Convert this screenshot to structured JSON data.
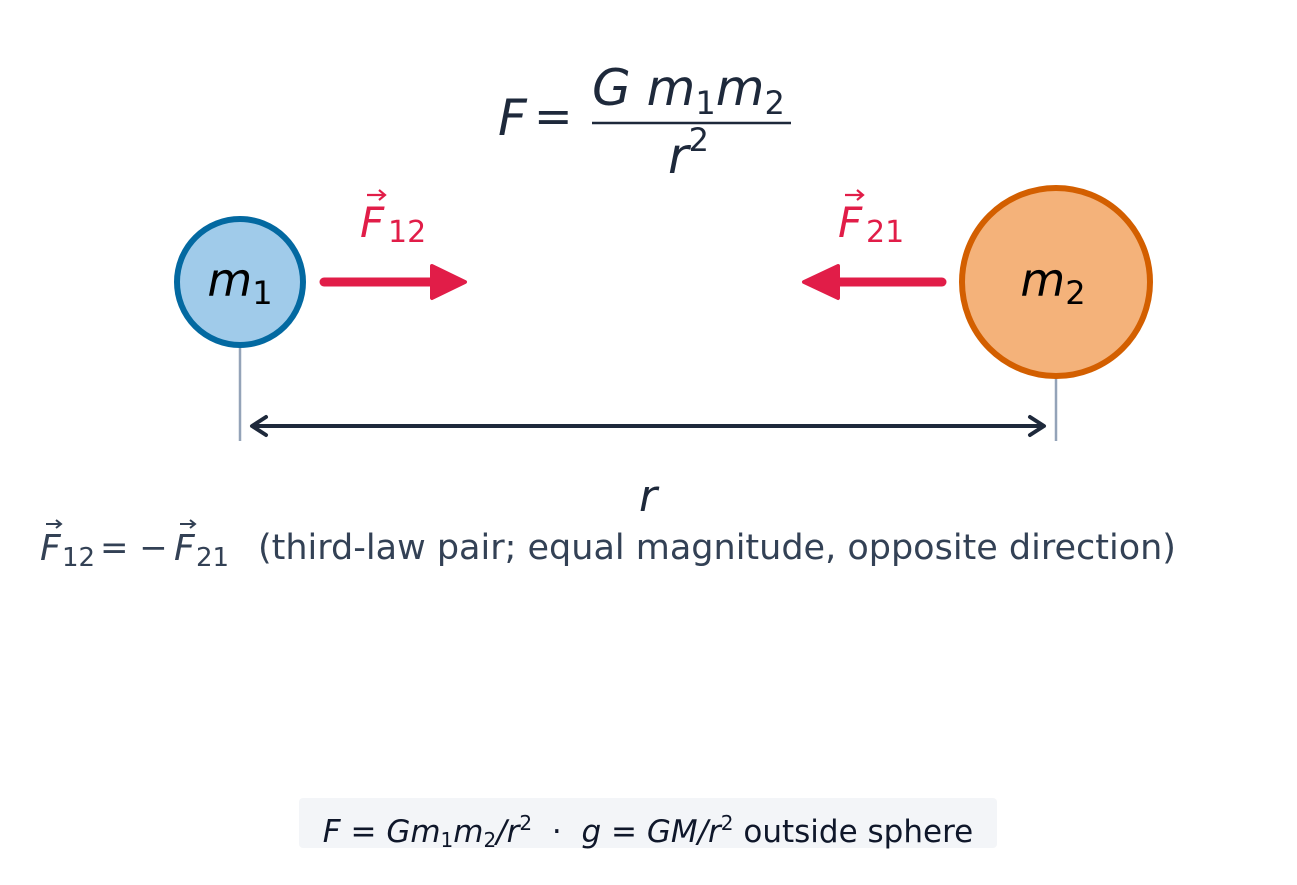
{
  "colors": {
    "ink": "#1e293b",
    "force": "#e11d48",
    "mass1_fill": "#a0cbea",
    "mass1_stroke": "#0369a1",
    "mass2_fill": "#f4b27a",
    "mass2_stroke": "#d35f00",
    "guide": "#94a3b8",
    "note": "#334155",
    "caption_bg": "#f3f5f8"
  },
  "formula": {
    "lhs": "F",
    "equals": "=",
    "numerator": "G m",
    "num_sub1": "1",
    "num_m2": "m",
    "num_sub2": "2",
    "denominator": "r",
    "den_sup": "2"
  },
  "mass1": {
    "symbol": "m",
    "subscript": "1"
  },
  "mass2": {
    "symbol": "m",
    "subscript": "2"
  },
  "force12": {
    "symbol": "F",
    "subscript": "12"
  },
  "force21": {
    "symbol": "F",
    "subscript": "21"
  },
  "distance_label": "r",
  "third_law": {
    "lhs_symbol": "F",
    "lhs_sub": "12",
    "equals_minus": "= −",
    "rhs_symbol": "F",
    "rhs_sub": "21",
    "note": "(third-law pair; equal magnitude, opposite direction)"
  },
  "caption": {
    "f": "F",
    "eq1": " = ",
    "g_const": "Gm",
    "sub1": "1",
    "m": "m",
    "sub2": "2",
    "over_r": "/r",
    "sup1": "2",
    "dot": "  ·  ",
    "g": "g",
    "eq2": " = ",
    "gm": "GM",
    "over_r2": "/r",
    "sup2": "2",
    "suffix": " outside sphere"
  }
}
